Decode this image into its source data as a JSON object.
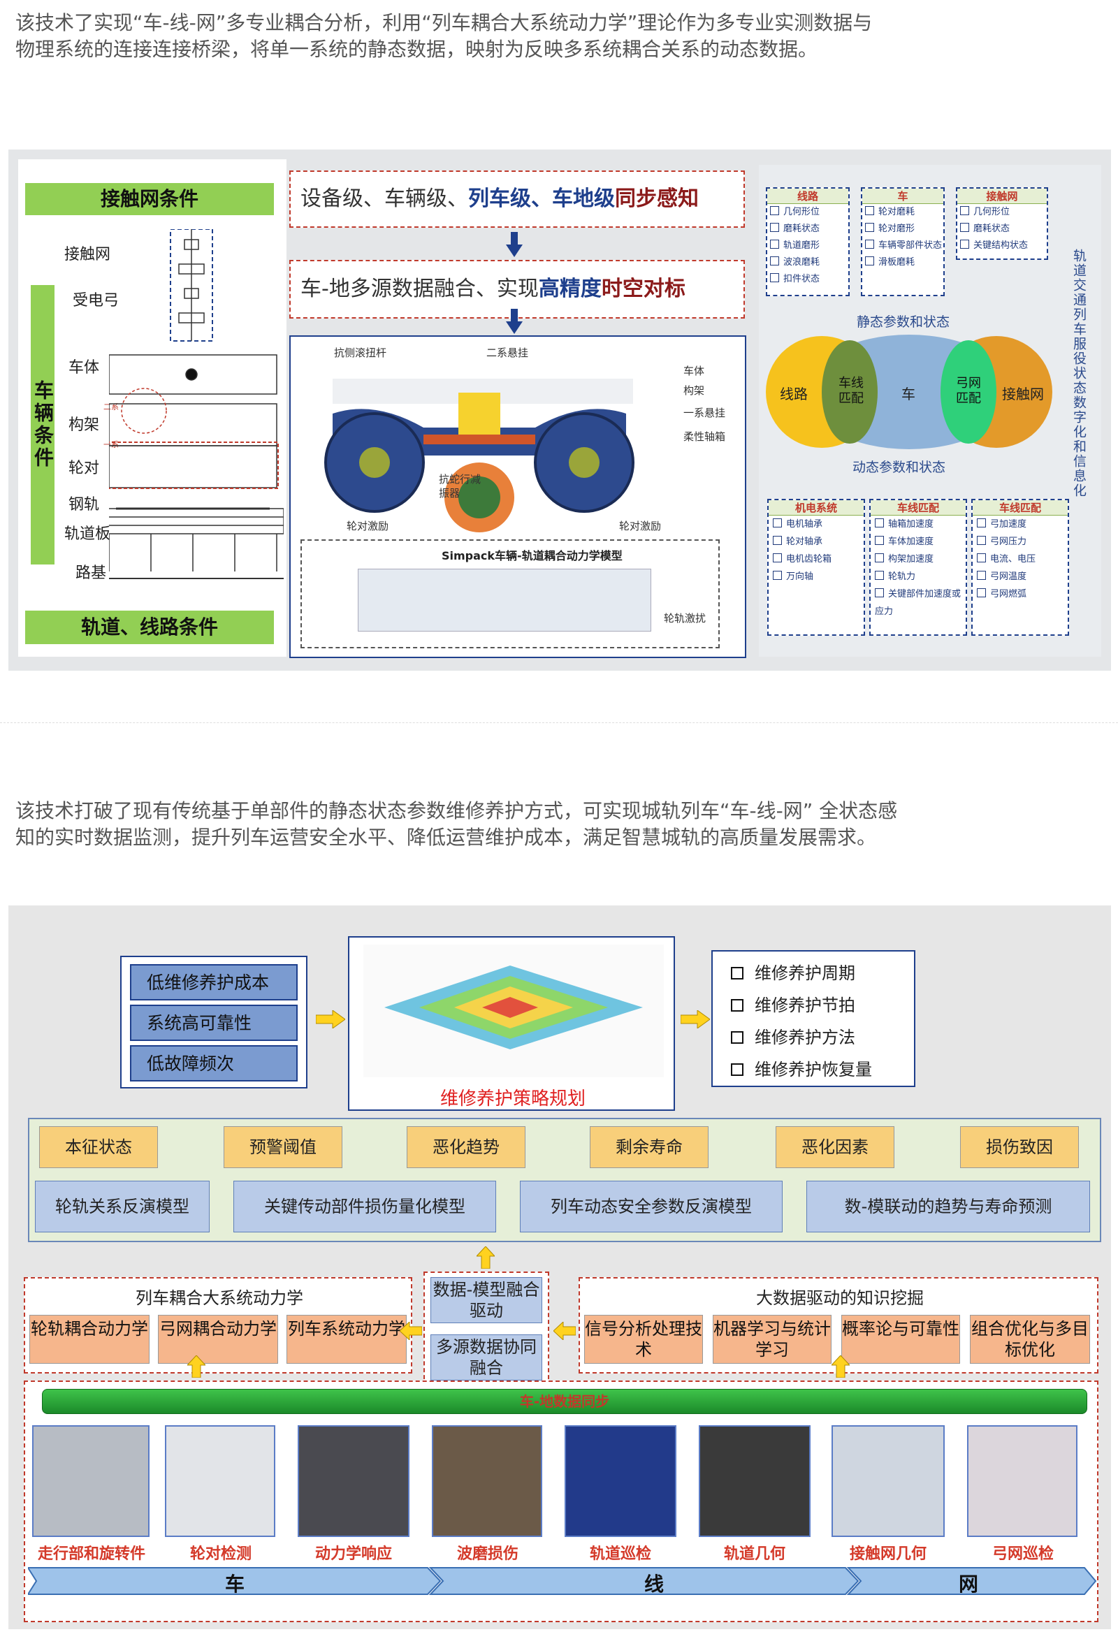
{
  "intro": {
    "line1": "该技术了实现“车-线-网”多专业耦合分析，利用“列车耦合大系统动力学”理论作为多专业实测数据与",
    "line2": "物理系统的连接连接桥梁，将单一系统的静态数据，映射为反映多系统耦合关系的动态数据。"
  },
  "fig1": {
    "top_bar": "接触网条件",
    "bottom_bar": "轨道、线路条件",
    "side_bar": "车辆条件",
    "labels": [
      "接触网",
      "受电弓",
      "车体",
      "构架",
      "轮对",
      "钢轨",
      "轨道板",
      "路基"
    ],
    "side_small": [
      "二系",
      "一系"
    ],
    "box1_a": "设备级、车辆级、",
    "box1_b": "列车级、车地级",
    "box1_c": "同步感知",
    "box2_a": "车-地多源数据融合、实现",
    "box2_b": "高精度",
    "box2_c": "时空对标",
    "model": {
      "l_antiroll": "抗侧滚扭杆",
      "l_secondary": "二系悬挂",
      "l_carbody": "车体",
      "l_frame": "构架",
      "l_primary": "一系悬挂",
      "l_axlebox": "柔性轴箱",
      "l_yaw": "抗蛇行减振器",
      "l_wheel_left": "轮对激励",
      "l_wheel_right": "轮对激励",
      "title": "Simpack车辆-轨道耦合动力学模型",
      "l_rail": "轮轨激扰"
    },
    "right": {
      "vertical": "轨道交通列车服役状态数字化和信息化",
      "boxes_top": [
        {
          "title": "线路",
          "items": [
            "几何形位",
            "磨耗状态",
            "轨道磨形",
            "波浪磨耗",
            "扣件状态"
          ]
        },
        {
          "title": "车",
          "items": [
            "轮对磨耗",
            "轮对磨形",
            "车辆零部件状态",
            "滑板磨耗"
          ]
        },
        {
          "title": "接触网",
          "items": [
            "几何形位",
            "磨耗状态",
            "关键结构状态"
          ]
        }
      ],
      "static_label": "静态参数和状态",
      "dynamic_label": "动态参数和状态",
      "venn": [
        "线路",
        "车线匹配",
        "车",
        "弓网匹配",
        "接触网"
      ],
      "boxes_bottom": [
        {
          "title": "机电系统",
          "items": [
            "电机轴承",
            "轮对轴承",
            "电机齿轮箱",
            "万向轴"
          ]
        },
        {
          "title": "车线匹配",
          "items": [
            "轴箱加速度",
            "车体加速度",
            "构架加速度",
            "轮轨力",
            "关键部件加速度或应力"
          ]
        },
        {
          "title": "车线匹配",
          "items": [
            "弓加速度",
            "弓网压力",
            "电流、电压",
            "弓网温度",
            "弓网燃弧"
          ]
        }
      ]
    }
  },
  "intro2": {
    "line1": "该技术打破了现有传统基于单部件的静态状态参数维修养护方式，可实现城轨列车“车-线-网” 全状态感",
    "line2": "知的实时数据监测，提升列车运营安全水平、降低运营维护成本，满足智慧城轨的高质量发展需求。"
  },
  "fig2": {
    "goals": [
      "低维修养护成本",
      "系统高可靠性",
      "低故障频次"
    ],
    "plan_title": "维修养护策略规划",
    "plan_items": [
      "维修养护周期",
      "维修养护节拍",
      "维修养护方法",
      "维修养护恢复量"
    ],
    "states": [
      "本征状态",
      "预警阈值",
      "恶化趋势",
      "剩余寿命",
      "恶化因素",
      "损伤致因"
    ],
    "models": [
      "轮轨关系反演模型",
      "关键传动部件损伤量化模型",
      "列车动态安全参数反演模型",
      "数-模联动的趋势与寿命预测"
    ],
    "left_group_title": "列车耦合大系统动力学",
    "left_group": [
      "轮轨耦合动力学",
      "弓网耦合动力学",
      "列车系统动力学"
    ],
    "center_top": "数据-模型融合驱动",
    "center_bottom": "多源数据协同融合",
    "right_group_title": "大数据驱动的知识挖掘",
    "right_group": [
      "信号分析处理技术",
      "机器学习与统计学习",
      "概率论与可靠性",
      "组合优化与多目标优化"
    ],
    "sync_bar": "车-地数据同步",
    "photos": [
      "走行部和旋转件",
      "轮对检测",
      "动力学响应",
      "波磨损伤",
      "轨道巡检",
      "轨道几何",
      "接触网几何",
      "弓网巡检"
    ],
    "bands": [
      "车",
      "线",
      "网"
    ]
  }
}
